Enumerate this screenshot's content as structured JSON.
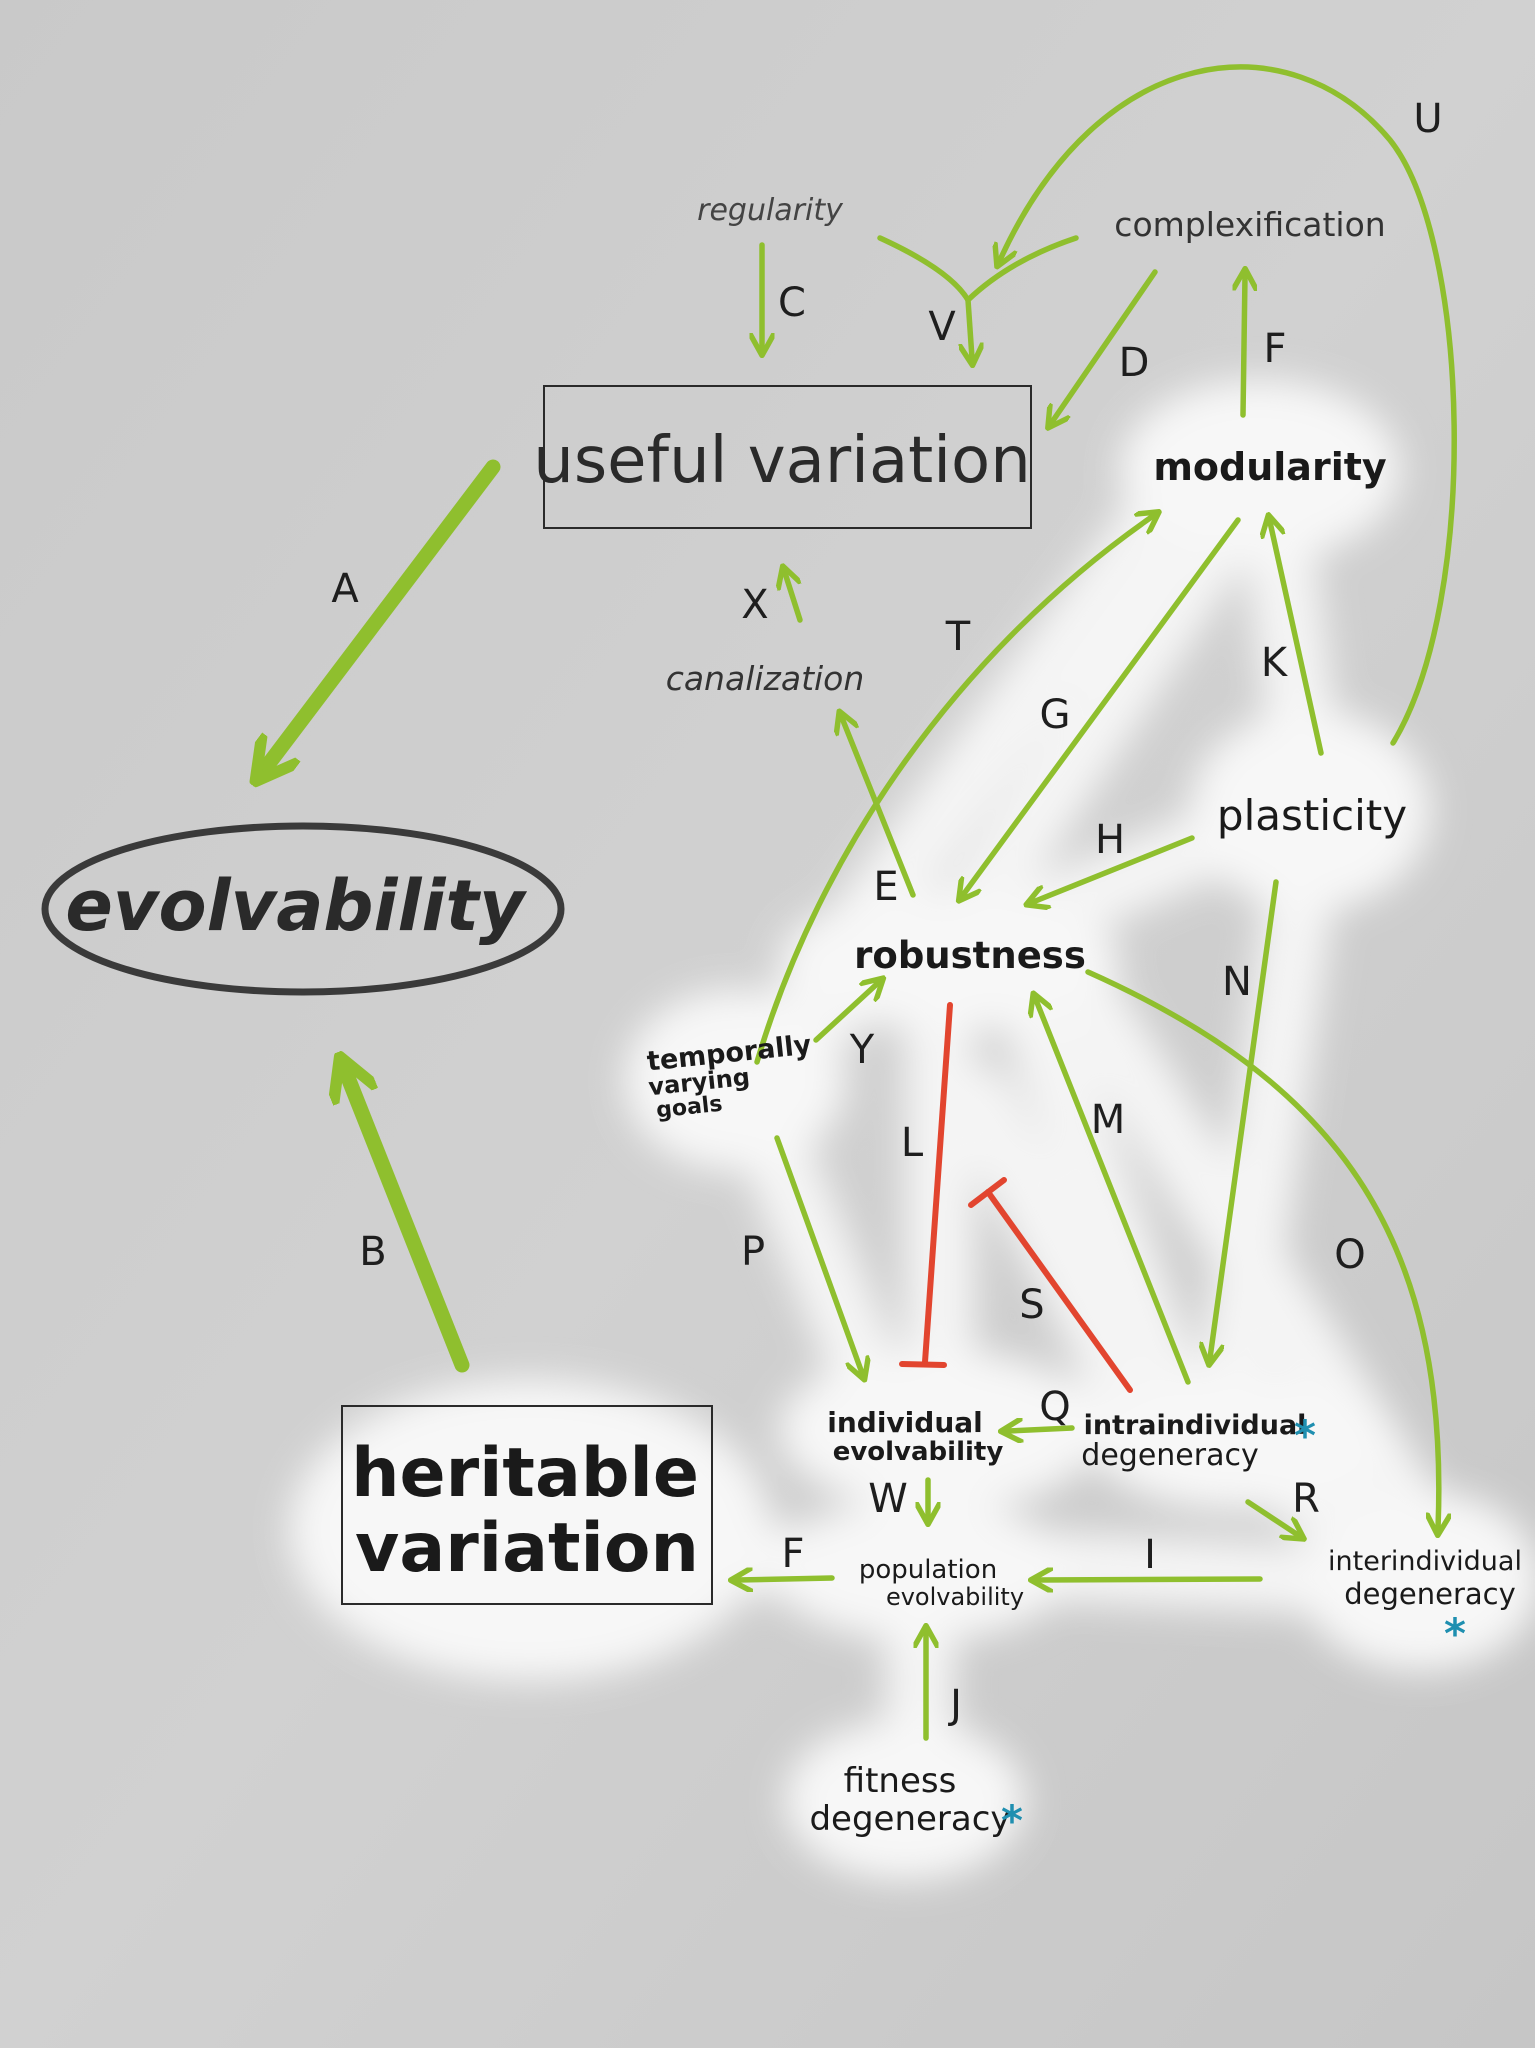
{
  "nodes": {
    "evolvability": "evolvability",
    "useful_variation": "useful variation",
    "heritable_variation_1": "heritable",
    "heritable_variation_2": "variation",
    "regularity": "regularity",
    "complexification": "complexification",
    "modularity": "modularity",
    "canalization": "canalization",
    "plasticity": "plasticity",
    "robustness": "robustness",
    "temporally_varying_goals_1": "temporally",
    "temporally_varying_goals_2": "varying",
    "temporally_varying_goals_3": "goals",
    "individual_evolvability_1": "individual",
    "individual_evolvability_2": "evolvability",
    "intraindividual_degeneracy_1": "intraindividual",
    "intraindividual_degeneracy_2": "degeneracy",
    "population_evolvability_1": "population",
    "population_evolvability_2": "evolvability",
    "interindividual_degeneracy_1": "interindividual",
    "interindividual_degeneracy_2": "degeneracy",
    "fitness_degeneracy_1": "fitness",
    "fitness_degeneracy_2": "degeneracy"
  },
  "asterisk": "*",
  "edge_labels": {
    "A": "A",
    "B": "B",
    "C": "C",
    "D": "D",
    "E": "E",
    "F_top": "F",
    "F_bottom": "F",
    "G": "G",
    "H": "H",
    "I": "I",
    "J": "J",
    "K": "K",
    "L": "L",
    "M": "M",
    "N": "N",
    "O": "O",
    "P": "P",
    "Q": "Q",
    "R": "R",
    "S": "S",
    "T": "T",
    "U": "U",
    "V": "V",
    "W": "W",
    "X": "X",
    "Y": "Y"
  },
  "colors": {
    "activation": "#8fbf2e",
    "inhibition": "#e2452f",
    "ink": "#1e1e1e",
    "asterisk": "#1f8fb0",
    "glow": "#fafafa"
  }
}
